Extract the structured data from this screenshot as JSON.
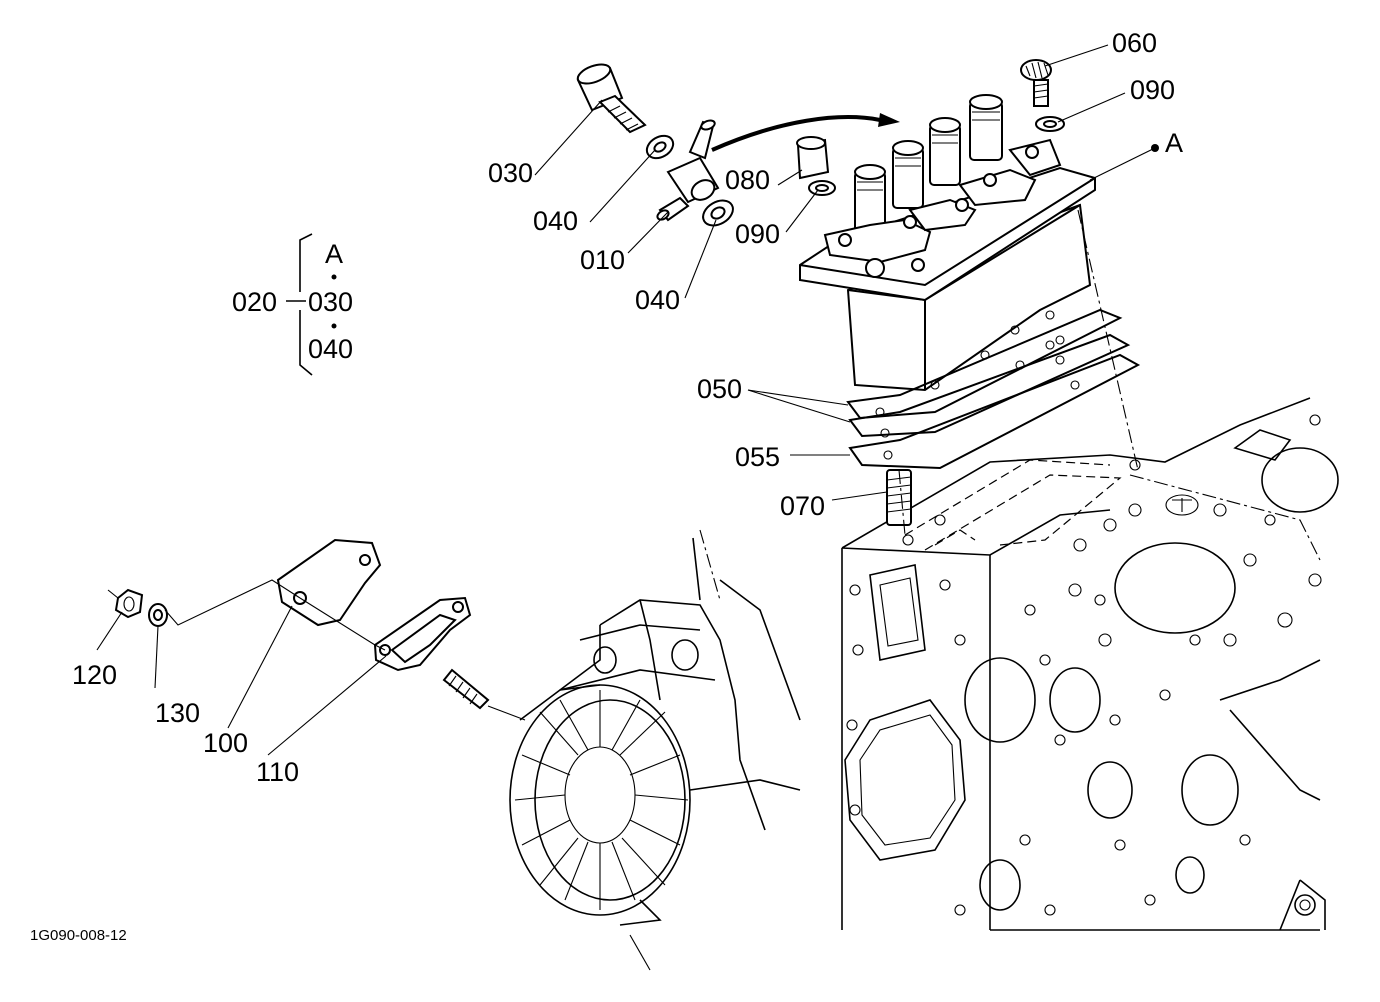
{
  "diagram": {
    "drawing_code": "1G090-008-12",
    "labels": {
      "p010": "010",
      "p020": "020",
      "p030": "030",
      "p040a": "040",
      "p040b": "040",
      "p050": "050",
      "p055": "055",
      "p060": "060",
      "p070": "070",
      "p080": "080",
      "p090a": "090",
      "p090b": "090",
      "p100": "100",
      "p110": "110",
      "p120": "120",
      "p130": "130",
      "refA": "A"
    },
    "assembly_group": {
      "parent": "020",
      "members": [
        "A",
        "030",
        "040"
      ]
    }
  }
}
